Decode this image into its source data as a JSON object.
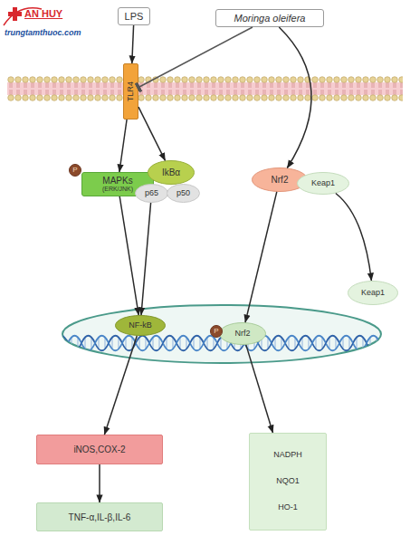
{
  "diagram": {
    "nodes": [
      {
        "text": [
          "LPS"
        ]
      },
      {
        "text": [
          "Moringa oleifera"
        ]
      },
      {
        "text": [
          "TLR4"
        ]
      },
      {
        "text": [
          "MAPKs",
          "(ERK/JNK)"
        ]
      },
      {
        "text": [
          "P"
        ]
      },
      {
        "text": [
          "IkBα"
        ]
      },
      {
        "text": [
          "p65"
        ]
      },
      {
        "text": [
          "p50"
        ]
      },
      {
        "text": [
          "Nrf2"
        ]
      },
      {
        "text": [
          "Keap1"
        ]
      },
      {
        "text": [
          "Keap1"
        ]
      },
      {
        "text": [
          "NF-kB"
        ]
      },
      {
        "text": [
          "P"
        ]
      },
      {
        "text": [
          "Nrf2"
        ]
      },
      {
        "text": [
          "iNOS,COX-2"
        ]
      },
      {
        "text": [
          "TNF-α,IL-β,IL-6"
        ]
      },
      {
        "text": [
          "NADPH",
          "NQO1",
          "HO-1"
        ]
      }
    ],
    "edges": [
      {
        "from": 0,
        "to": 2,
        "arrow": "to"
      },
      {
        "from": 1,
        "to": 2,
        "arrow": "to"
      },
      {
        "from": 1,
        "to": 8,
        "arrow": "to"
      },
      {
        "from": 2,
        "to": 3,
        "arrow": "to"
      },
      {
        "from": 2,
        "to": 5,
        "arrow": "to"
      },
      {
        "from": 3,
        "to": 11,
        "arrow": "to"
      },
      {
        "from": 6,
        "to": 11,
        "arrow": "to"
      },
      {
        "from": 9,
        "to": 10,
        "arrow": "to"
      },
      {
        "from": 8,
        "to": 13,
        "arrow": "to"
      },
      {
        "from": 11,
        "to": 14,
        "arrow": "to"
      },
      {
        "from": 14,
        "to": 15,
        "arrow": "to"
      },
      {
        "from": 13,
        "to": 16,
        "arrow": "to"
      }
    ],
    "labels": [
      "AN HUY",
      "trungtamthuoc.com"
    ]
  }
}
